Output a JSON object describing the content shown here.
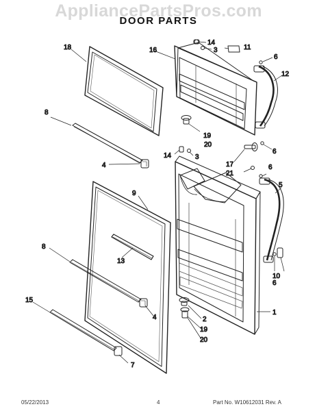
{
  "watermark": "AppliancePartsPros.com",
  "title": "DOOR PARTS",
  "callouts": {
    "c1": "1",
    "c2": "2",
    "c3a": "3",
    "c3b": "3",
    "c4a": "4",
    "c4b": "4",
    "c5": "5",
    "c6a": "6",
    "c6b": "6",
    "c6c": "6",
    "c6d": "6",
    "c7": "7",
    "c8a": "8",
    "c8b": "8",
    "c9": "9",
    "c10": "10",
    "c11": "11",
    "c12": "12",
    "c13": "13",
    "c14a": "14",
    "c14b": "14",
    "c15": "15",
    "c16": "16",
    "c17": "17",
    "c18": "18",
    "c19a": "19",
    "c19b": "19",
    "c20a": "20",
    "c20b": "20",
    "c21": "21"
  },
  "footer": {
    "date": "05/22/2013",
    "page": "4",
    "part_number": "Part No.  W10612031  Rev.  A"
  }
}
